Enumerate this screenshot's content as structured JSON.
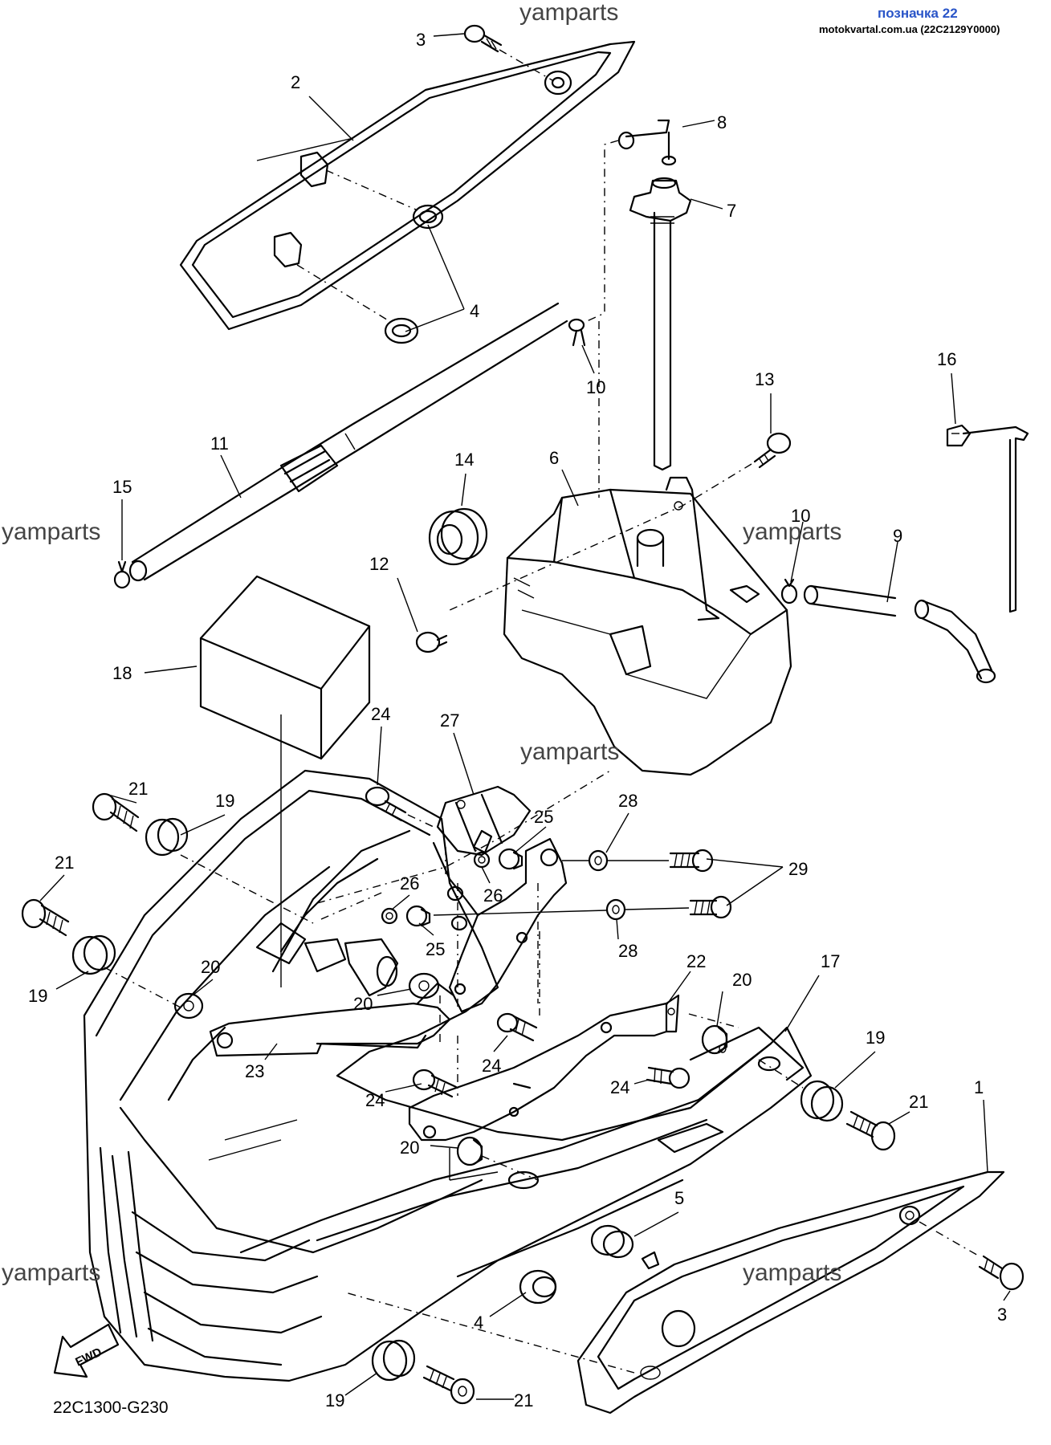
{
  "badge": {
    "title": "позначка 22",
    "subtitle": "motokvartal.com.ua (22C2129Y0000)"
  },
  "diagram_code": "22C1300-G230",
  "fwd_label": "FWD",
  "watermarks": [
    "yamparts",
    "yamparts",
    "yamparts",
    "yamparts",
    "yamparts",
    "yamparts"
  ],
  "callouts": [
    "3",
    "2",
    "8",
    "7",
    "4",
    "10",
    "16",
    "13",
    "11",
    "15",
    "14",
    "6",
    "10",
    "9",
    "12",
    "18",
    "24",
    "27",
    "21",
    "19",
    "25",
    "28",
    "29",
    "21",
    "26",
    "26",
    "25",
    "28",
    "20",
    "19",
    "22",
    "20",
    "17",
    "20",
    "23",
    "24",
    "24",
    "24",
    "19",
    "21",
    "1",
    "20",
    "5",
    "3",
    "4",
    "19",
    "21"
  ]
}
